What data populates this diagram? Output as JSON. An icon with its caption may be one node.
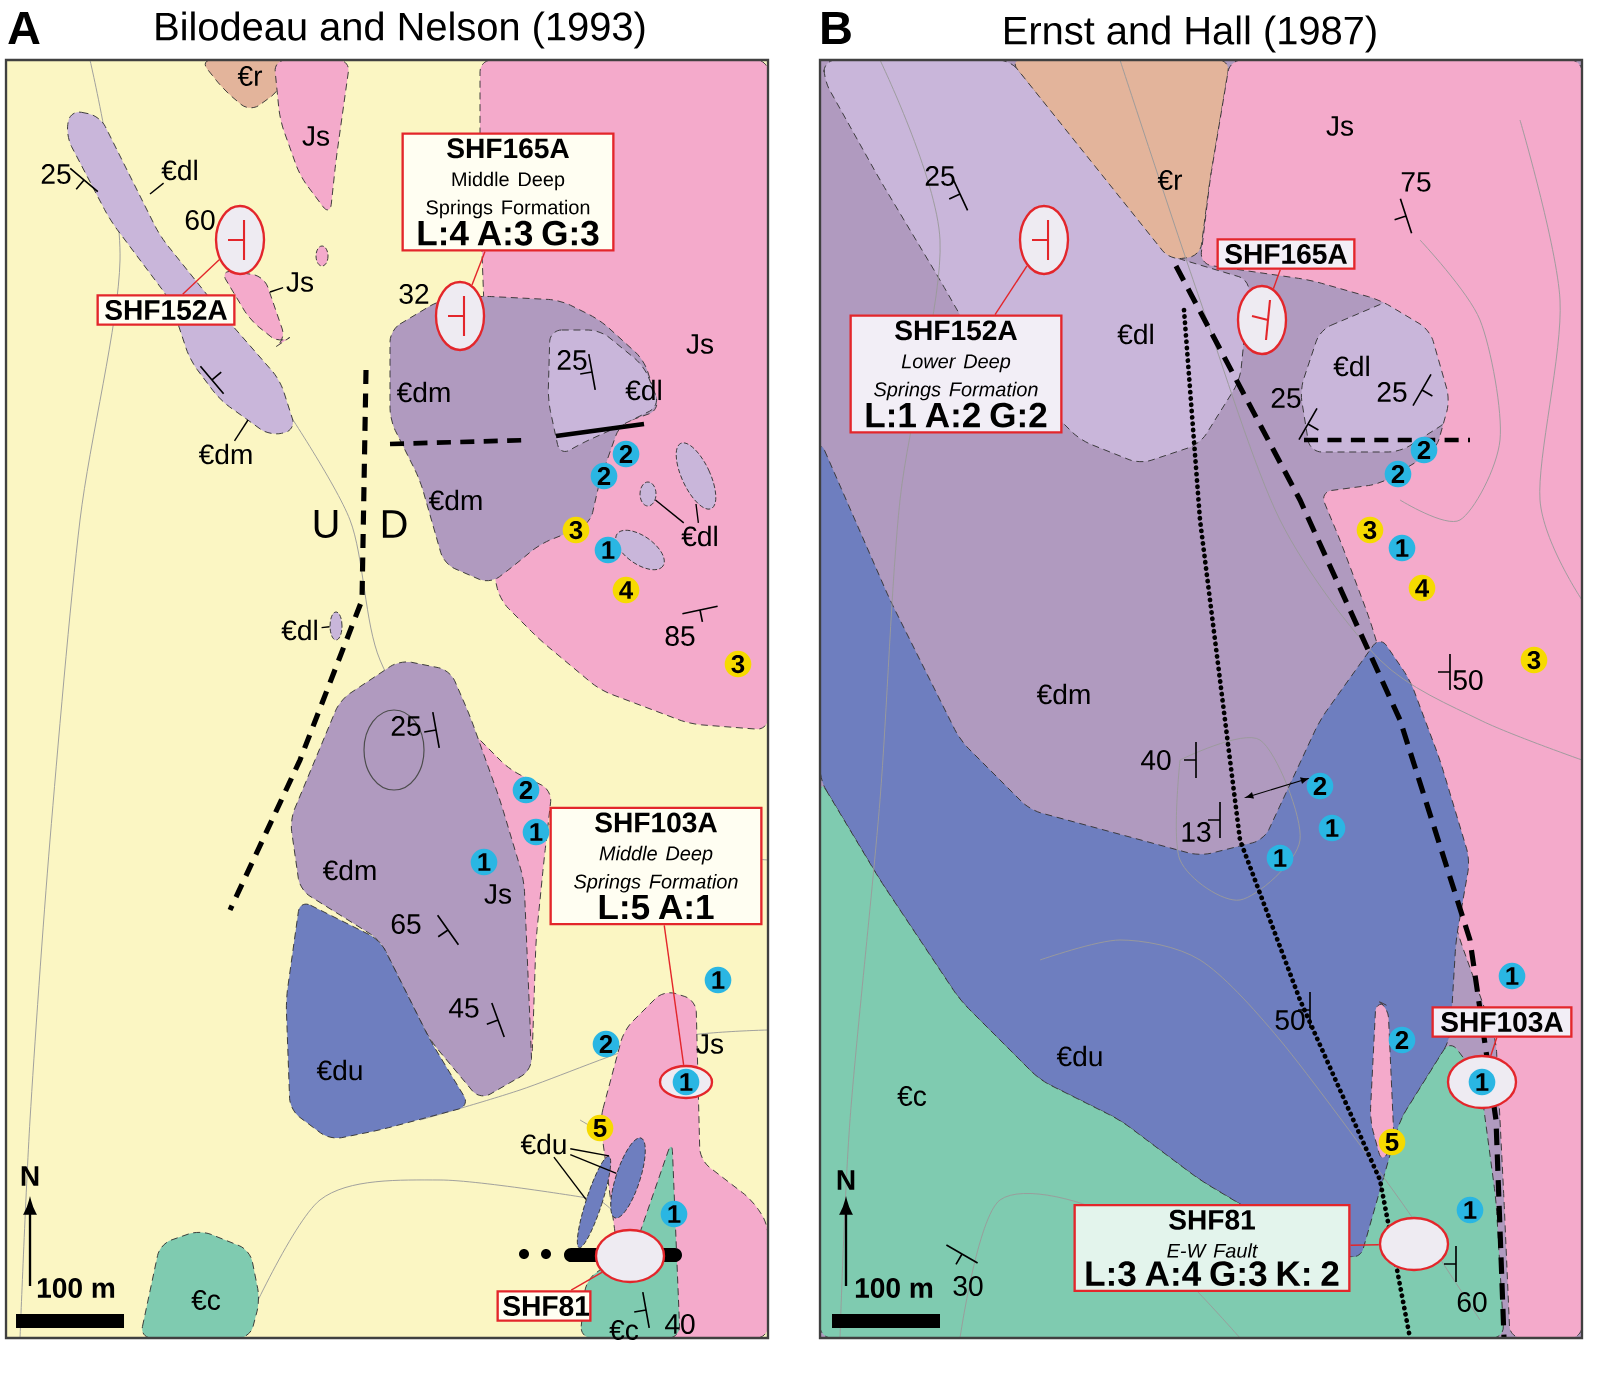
{
  "diagram": {
    "nodes": [
      {
        "text": [
          "SHF165A",
          "Middle Deep Springs Formation",
          "L:4 A:3 G:3"
        ]
      },
      {
        "text": [],
        "shape": "ellipse"
      },
      {
        "text": [
          "SHF152A"
        ]
      },
      {
        "text": [],
        "shape": "ellipse"
      },
      {
        "text": [
          "SHF103A",
          "Middle Deep Springs Formation",
          "L:5 A:1"
        ]
      },
      {
        "text": [],
        "shape": "ellipse"
      },
      {
        "text": [
          "1"
        ],
        "in": 5
      },
      {
        "text": [
          "SHF81"
        ]
      },
      {
        "text": [],
        "shape": "ellipse"
      },
      {
        "text": [
          "2"
        ]
      },
      {
        "text": [
          "2"
        ]
      },
      {
        "text": [
          "3"
        ]
      },
      {
        "text": [
          "1"
        ]
      },
      {
        "text": [
          "4"
        ]
      },
      {
        "text": [
          "3"
        ]
      },
      {
        "text": [
          "2"
        ]
      },
      {
        "text": [
          "1"
        ]
      },
      {
        "text": [
          "1"
        ]
      },
      {
        "text": [
          "1"
        ]
      },
      {
        "text": [
          "2"
        ]
      },
      {
        "text": [
          "5"
        ]
      },
      {
        "text": [
          "1"
        ]
      },
      {
        "text": [
          "€dl"
        ]
      },
      {
        "text": [
          "Js"
        ]
      },
      {
        "text": [
          "€dm"
        ]
      },
      {
        "text": [
          "€dl"
        ]
      },
      {
        "text": [
          "€dl"
        ]
      },
      {
        "text": [
          "€du"
        ]
      },
      {
        "text": [
          "SHF152A",
          "Lower Deep Springs Formation",
          "L:1 A:2 G:2"
        ]
      },
      {
        "text": [],
        "shape": "ellipse"
      },
      {
        "text": [
          "SHF165A"
        ]
      },
      {
        "text": [],
        "shape": "ellipse"
      },
      {
        "text": [
          "SHF103A"
        ]
      },
      {
        "text": [],
        "shape": "ellipse"
      },
      {
        "text": [
          "1"
        ],
        "in": 33
      },
      {
        "text": [
          "SHF81",
          "E-W Fault",
          "L:3 A:4 G:3 K: 2"
        ]
      },
      {
        "text": [],
        "shape": "ellipse"
      },
      {
        "text": [
          "2"
        ]
      },
      {
        "text": [
          "2"
        ]
      },
      {
        "text": [
          "3"
        ]
      },
      {
        "text": [
          "1"
        ]
      },
      {
        "text": [
          "4"
        ]
      },
      {
        "text": [
          "3"
        ]
      },
      {
        "text": [
          "2"
        ]
      },
      {
        "text": [
          "1"
        ]
      },
      {
        "text": [
          "1"
        ]
      },
      {
        "text": [
          "1"
        ]
      },
      {
        "text": [
          "2"
        ]
      },
      {
        "text": [
          "5"
        ]
      },
      {
        "text": [
          "1"
        ]
      },
      {
        "text": [],
        "shape": "ellipse"
      },
      {
        "text": [],
        "shape": "ellipse"
      },
      {
        "text": [],
        "shape": "band"
      },
      {
        "text": [],
        "shape": "band"
      }
    ],
    "edges": [
      {
        "from": 0,
        "to": 1,
        "arrow": "none",
        "color": "#e3262b"
      },
      {
        "from": 2,
        "to": 3,
        "arrow": "none",
        "color": "#e3262b"
      },
      {
        "from": 4,
        "to": 5,
        "arrow": "none",
        "color": "#e3262b"
      },
      {
        "from": 7,
        "to": 8,
        "arrow": "none",
        "color": "#e3262b"
      },
      {
        "from": 22,
        "to": null,
        "arrow": "none"
      },
      {
        "from": 23,
        "to": null,
        "arrow": "none"
      },
      {
        "from": 24,
        "to": null,
        "arrow": "none"
      },
      {
        "from": 25,
        "to": 50,
        "arrow": "none"
      },
      {
        "from": 25,
        "to": null,
        "arrow": "none"
      },
      {
        "from": 26,
        "to": 51,
        "arrow": "none"
      },
      {
        "from": 27,
        "to": 52,
        "arrow": "none"
      },
      {
        "from": 27,
        "to": 53,
        "arrow": "none"
      },
      {
        "from": 27,
        "to": 52,
        "arrow": "none"
      },
      {
        "from": 28,
        "to": 29,
        "arrow": "none",
        "color": "#e3262b"
      },
      {
        "from": 30,
        "to": 31,
        "arrow": "none",
        "color": "#e3262b"
      },
      {
        "from": 32,
        "to": 33,
        "arrow": "none",
        "color": "#e3262b"
      },
      {
        "from": 35,
        "to": 36,
        "arrow": "none",
        "color": "#e3262b"
      }
    ],
    "labels": [
      "A",
      "Bilodeau and Nelson (1993)",
      "€r",
      "Js",
      "25",
      "60",
      "32",
      "Js",
      "25",
      "€dm",
      "€dl",
      "€dm",
      "U",
      "D",
      "85",
      "25",
      "€dm",
      "Js",
      "65",
      "45",
      "€du",
      "Js",
      "N",
      "100 m",
      "€c",
      "€c",
      "40",
      "B",
      "Ernst and Hall (1987)",
      "25",
      "€r",
      "Js",
      "75",
      "€dl",
      "€dl",
      "25",
      "25",
      "50",
      "€dm",
      "40",
      "13",
      "50",
      "€du",
      "€c",
      "N",
      "100 m",
      "30",
      "60"
    ]
  }
}
